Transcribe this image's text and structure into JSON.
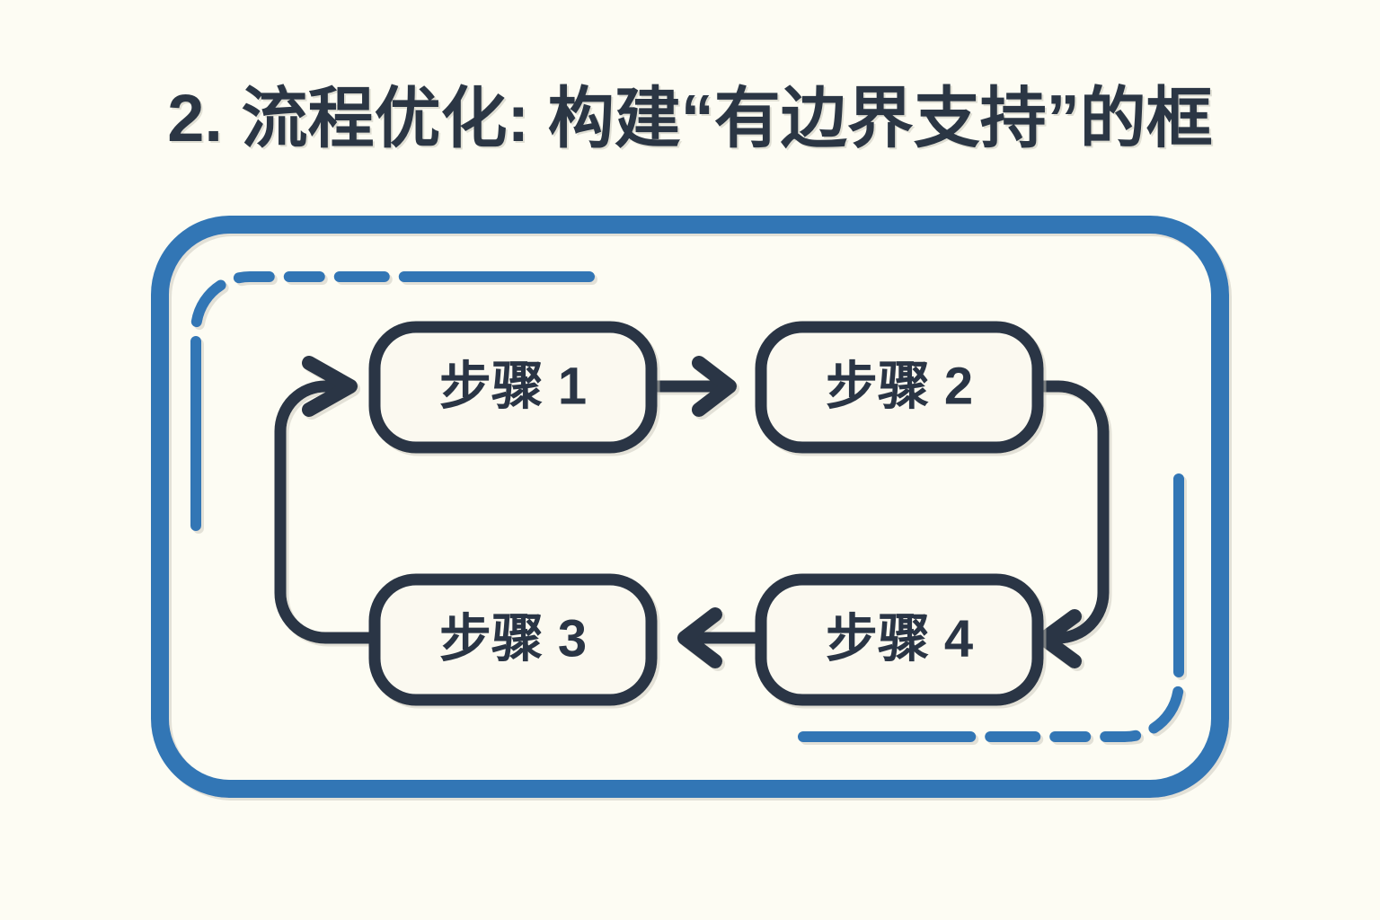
{
  "page": {
    "background_color": "#fdfcf3",
    "accent_blue": "#3276b5",
    "ink_dark": "#2b3644",
    "node_fill": "#fbf9f0"
  },
  "title": {
    "text": "2. 流程优化: 构建“有边界支持”的框",
    "color": "#2b3644"
  },
  "boundary": {
    "name": "boundary-frame",
    "outer_color": "#3276b5",
    "inner_dashed_color": "#3276b5",
    "description": "有边界支持"
  },
  "flow": {
    "type": "cycle",
    "nodes": [
      {
        "id": "step-1",
        "label": "步骤 1",
        "row": "top",
        "col": "left"
      },
      {
        "id": "step-2",
        "label": "步骤 2",
        "row": "top",
        "col": "right"
      },
      {
        "id": "step-3",
        "label": "步骤 3",
        "row": "bottom",
        "col": "left"
      },
      {
        "id": "step-4",
        "label": "步骤 4",
        "row": "bottom",
        "col": "right"
      }
    ],
    "edges": [
      {
        "id": "edge-1-2",
        "from": "步骤 1",
        "to": "步骤 2",
        "direction": "right"
      },
      {
        "id": "edge-2-4",
        "from": "步骤 2",
        "to": "步骤 4",
        "direction": "down"
      },
      {
        "id": "edge-4-3",
        "from": "步骤 4",
        "to": "步骤 3",
        "direction": "left"
      },
      {
        "id": "edge-3-1",
        "from": "步骤 3",
        "to": "步骤 1",
        "direction": "up"
      }
    ]
  }
}
